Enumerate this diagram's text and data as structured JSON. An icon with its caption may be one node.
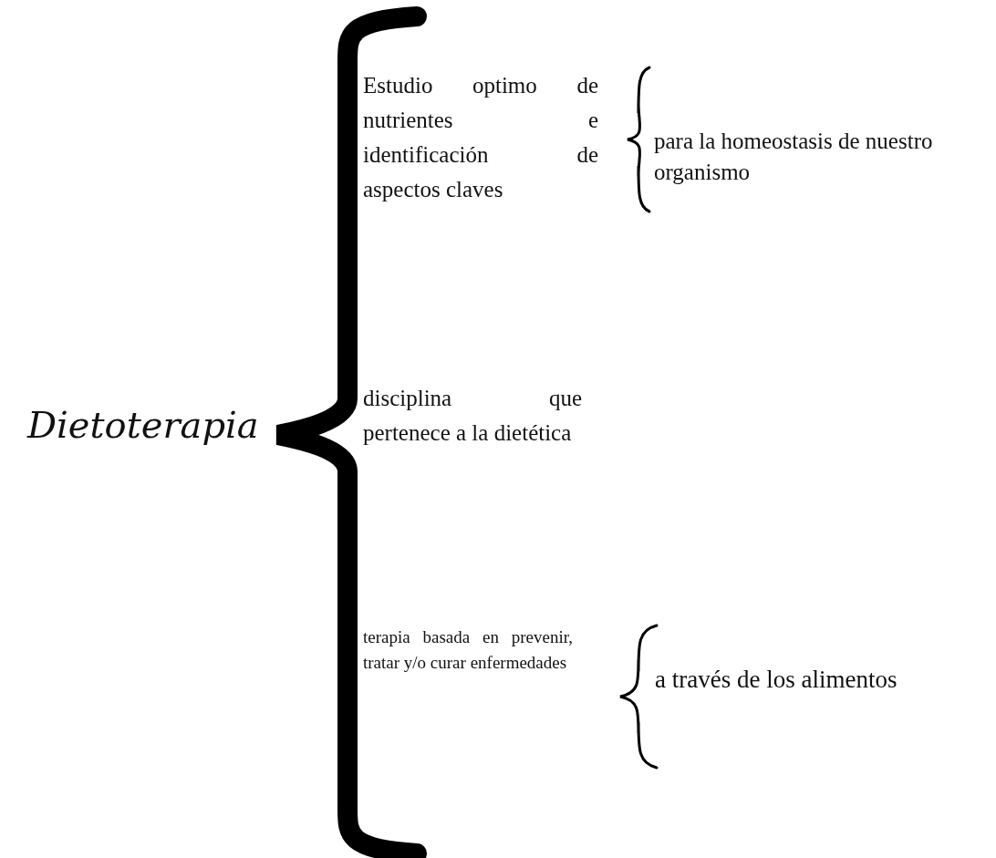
{
  "diagram": {
    "labels": [
      "Dietoterapia",
      "Estudio optimo de nutrientes e identificación de aspectos claves",
      "para la homeostasis de nuestro organismo",
      "disciplina que pertenece a la dietética",
      "terapia basada en prevenir, tratar y/o curar enfermedades",
      "a través de los alimentos"
    ]
  }
}
